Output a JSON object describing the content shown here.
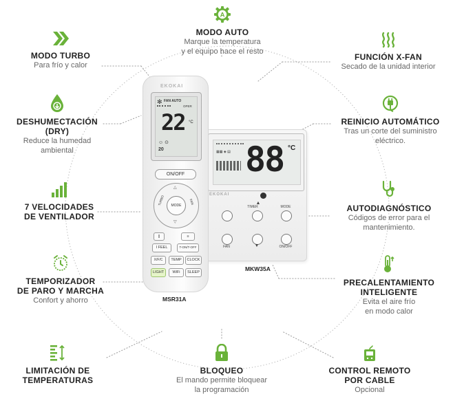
{
  "features": [
    {
      "id": "modo-auto",
      "title": "MODO AUTO",
      "desc": "Marque la temperatura\ny el equipo hace el resto",
      "icon": "auto-mode-icon",
      "icon_letter": "A"
    },
    {
      "id": "modo-turbo",
      "title": "MODO TURBO",
      "desc": "Para frío y calor",
      "icon": "double-chevron-icon"
    },
    {
      "id": "funcion-x-fan",
      "title": "FUNCIÓN X-FAN",
      "desc": "Secado de la unidad interior",
      "icon": "heat-waves-icon"
    },
    {
      "id": "deshumectacion",
      "title": "DESHUMECTACIÓN (DRY)",
      "desc": "Reduce la humedad\nambiental",
      "icon": "water-drop-icon"
    },
    {
      "id": "reinicio",
      "title": "REINICIO AUTOMÁTICO",
      "desc": "Tras un corte del suministro\neléctrico.",
      "icon": "power-plug-icon"
    },
    {
      "id": "velocidades",
      "title": "7 VELOCIDADES\nDE VENTILADOR",
      "desc": "",
      "icon": "signal-bars-icon"
    },
    {
      "id": "autodiagnostico",
      "title": "AUTODIAGNÓSTICO",
      "desc": "Códigos de error para el\nmantenimiento.",
      "icon": "stethoscope-icon"
    },
    {
      "id": "temporizador",
      "title": "TEMPORIZADOR\nDE PARO Y MARCHA",
      "desc": "Confort y ahorro",
      "icon": "alarm-clock-icon"
    },
    {
      "id": "precalentamiento",
      "title": "PRECALENTAMIENTO\nINTELIGENTE",
      "desc": "Evita el aire frío\nen modo calor",
      "icon": "thermometer-icon"
    },
    {
      "id": "limitacion",
      "title": "LIMITACIÓN DE\nTEMPERATURAS",
      "desc": "",
      "icon": "temperature-limit-icon"
    },
    {
      "id": "bloqueo",
      "title": "BLOQUEO",
      "desc": "El mando permite bloquear\nla programación",
      "icon": "padlock-icon"
    },
    {
      "id": "control-cable",
      "title": "CONTROL REMOTO\nPOR CABLE",
      "desc": "Opcional",
      "icon": "wired-remote-icon"
    }
  ],
  "products": {
    "remote": {
      "model": "MSR31A",
      "brand": "EKOKAI",
      "lcd_mode": "FAN AUTO",
      "lcd_oper": "OPER",
      "lcd_temp": "22",
      "lcd_unit": "°C",
      "lcd_small": "20",
      "buttons": {
        "onoff": "ON/OFF",
        "turbo": "TURBO",
        "mode": "MODE",
        "fan": "FAN",
        "ifeel": "I FEEL",
        "timer": "T-ON/T-OFF",
        "temp": "TEMP",
        "clock": "CLOCK",
        "light": "LIGHT",
        "wifi": "WiFi",
        "sleep": "SLEEP",
        "x": "X",
        "fc": "F/C"
      }
    },
    "wired": {
      "model": "MKW35A",
      "brand": "EKOKAI",
      "digits": "88",
      "unit": "°C",
      "buttons": {
        "timer": "TIMER",
        "mode": "MODE",
        "fan": "FAN",
        "onoff": "ON/OFF"
      }
    }
  },
  "colors": {
    "accent": "#6ab23a",
    "text_dark": "#333333",
    "text_light": "#666666",
    "line": "#9a9a9a"
  }
}
